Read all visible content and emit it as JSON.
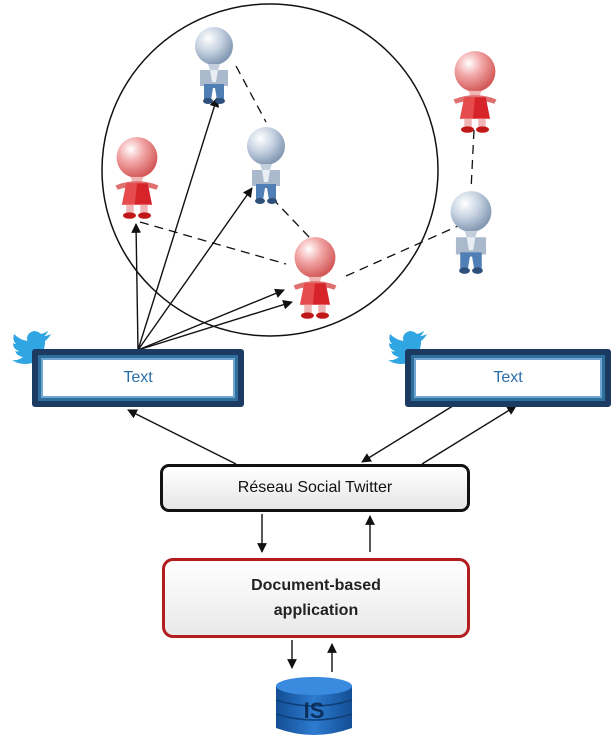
{
  "tweets": [
    {
      "label": "Text"
    },
    {
      "label": "Text"
    }
  ],
  "twitter_network": {
    "label": "Réseau Social Twitter"
  },
  "document_app": {
    "line1": "Document-based",
    "line2": "application"
  },
  "database": {
    "label": "IS"
  },
  "colors": {
    "tweet_frame": "#1c3b63",
    "tweet_text": "#2b6ea8",
    "twitter_bird": "#2fa6e2",
    "doc_border": "#b31d1d",
    "female_user": "#d7232a",
    "male_user": "#5a86b8",
    "database": "#1f64b2"
  },
  "icons": [
    "twitter-bird-icon",
    "female-user-icon",
    "male-user-icon",
    "database-icon"
  ]
}
